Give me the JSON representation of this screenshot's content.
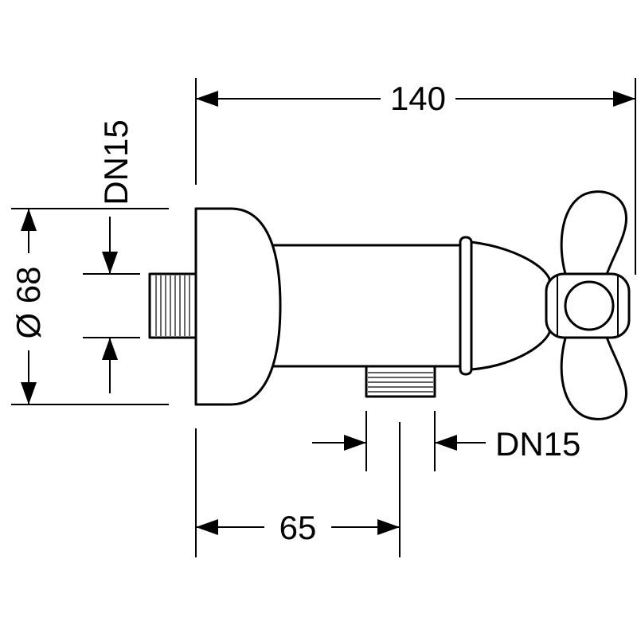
{
  "dimensions": {
    "overall_length": "140",
    "outlet_offset": "65",
    "body_diameter": "Ø 68",
    "inlet_thread": "DN15",
    "outlet_thread": "DN15"
  },
  "colors": {
    "line": "#000000",
    "background": "#ffffff"
  }
}
